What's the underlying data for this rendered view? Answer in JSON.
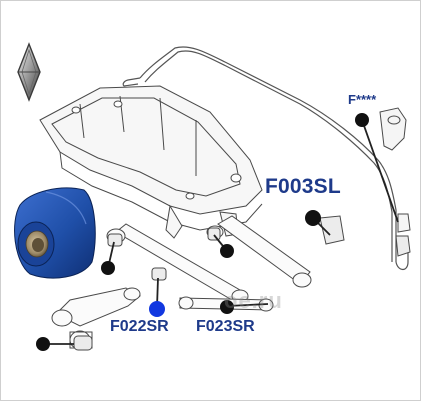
{
  "labels": {
    "part_sl": "F003SL",
    "part_star": "F****",
    "part_022": "F022SR",
    "part_023": "F023SR"
  },
  "watermark": "oe.ru",
  "colors": {
    "label_blue": "#1e3a8a",
    "bushing_blue": "#1f4fa8",
    "marker_black": "#111111",
    "marker_blue": "#1238e0",
    "line_gray": "#555555"
  },
  "icons": {
    "logo": "diamond-logo-icon"
  }
}
